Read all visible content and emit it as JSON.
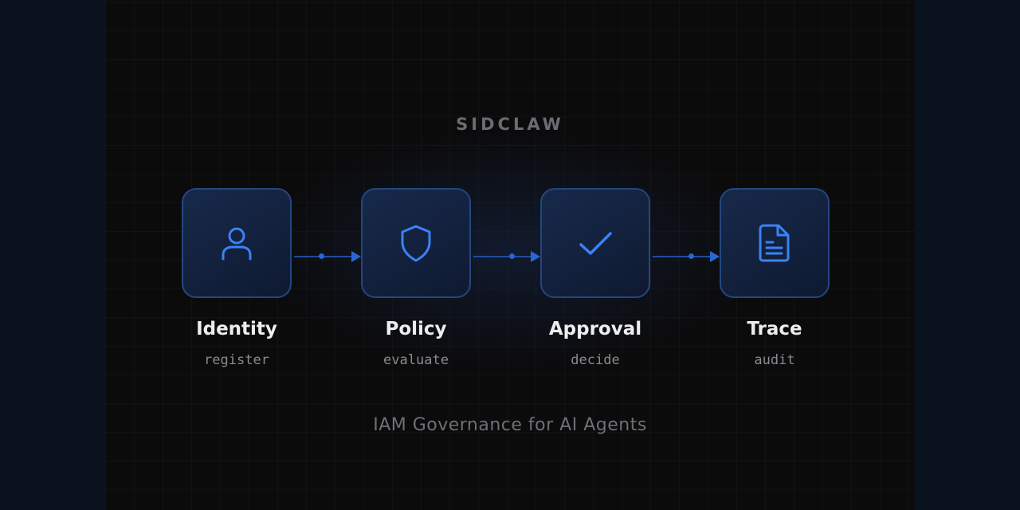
{
  "brand": "SIDCLAW",
  "tagline": "IAM Governance for AI Agents",
  "accent_color": "#3b82f6",
  "steps": [
    {
      "name": "Identity",
      "action": "register",
      "icon": "user-icon"
    },
    {
      "name": "Policy",
      "action": "evaluate",
      "icon": "shield-icon"
    },
    {
      "name": "Approval",
      "action": "decide",
      "icon": "check-icon"
    },
    {
      "name": "Trace",
      "action": "audit",
      "icon": "document-icon"
    }
  ]
}
